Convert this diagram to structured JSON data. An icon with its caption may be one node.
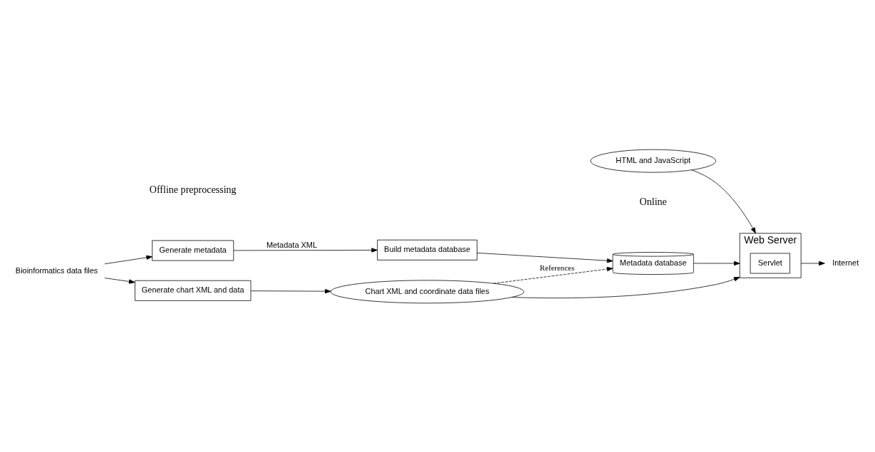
{
  "diagram": {
    "nodes": [
      {
        "text": [
          "Generate metadata"
        ]
      },
      {
        "text": [
          "Build metadata database"
        ]
      },
      {
        "text": [
          "Metadata database"
        ]
      },
      {
        "text": [
          "HTML and JavaScript"
        ]
      },
      {
        "text": [
          "Web Server"
        ]
      },
      {
        "text": [
          "Servlet"
        ],
        "in": 4
      },
      {
        "text": [
          "Bioinformatics data files"
        ]
      },
      {
        "text": [
          "Generate chart XML and data"
        ]
      },
      {
        "text": [
          "Chart XML and coordinate data files"
        ]
      },
      {
        "text": [
          "Internet"
        ]
      }
    ],
    "edges": [
      {
        "from": 6,
        "to": 0,
        "arrow": "to"
      },
      {
        "from": 0,
        "to": 1,
        "arrow": "to",
        "label": "Metadata XML"
      },
      {
        "from": 1,
        "to": 2,
        "arrow": "to"
      },
      {
        "from": 3,
        "to": 4,
        "arrow": "to"
      },
      {
        "from": 2,
        "to": 4,
        "arrow": "to"
      },
      {
        "from": 6,
        "to": 7,
        "arrow": "to"
      },
      {
        "from": 7,
        "to": 8,
        "arrow": "to"
      },
      {
        "from": 8,
        "to": 2,
        "arrow": "to",
        "style": "dashed",
        "label": "References"
      },
      {
        "from": 8,
        "to": 4,
        "arrow": "to"
      },
      {
        "from": 4,
        "to": 9,
        "arrow": "to"
      }
    ],
    "labels": [
      "Offline preprocessing",
      "Online"
    ]
  }
}
